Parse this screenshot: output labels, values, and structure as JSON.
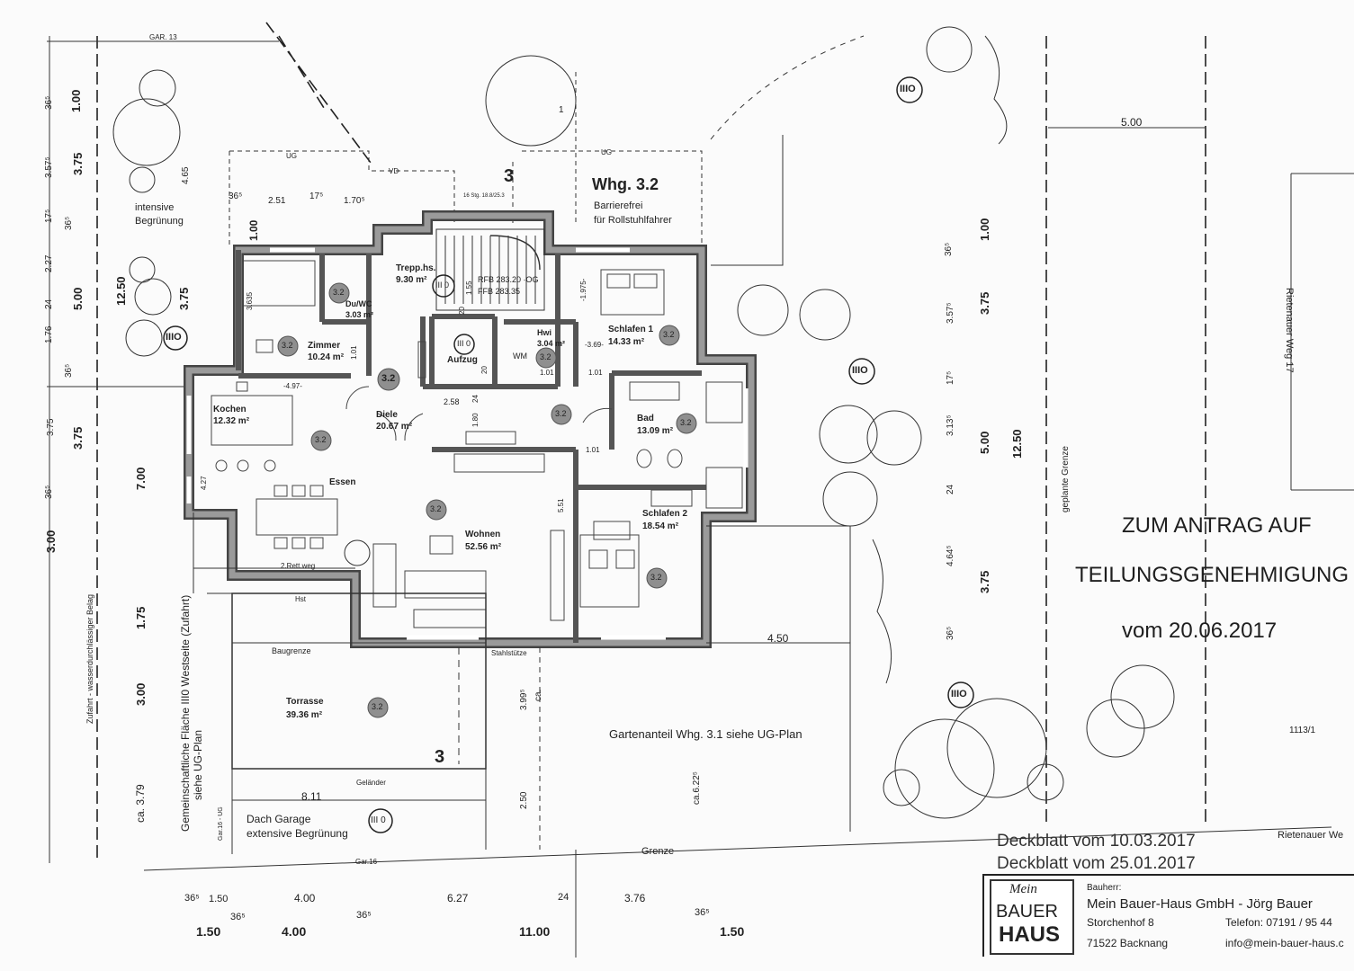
{
  "title_block": {
    "antrag_line1": "ZUM ANTRAG AUF",
    "antrag_line2": "TEILUNGSGENEHMIGUNG",
    "antrag_date": "vom 20.06.2017",
    "deckblatt_1": "Deckblatt vom 10.03.2017",
    "deckblatt_2": "Deckblatt vom 25.01.2017",
    "logo_top": "Mein",
    "logo_mid": "BAUER",
    "logo_bottom": "HAUS",
    "bauherr_label": "Bauherr:",
    "company": "Mein Bauer-Haus GmbH - Jörg Bauer",
    "street": "Storchenhof 8",
    "phone": "Telefon:  07191 / 95 44",
    "city": "71522 Backnang",
    "email": "info@mein-bauer-haus.c"
  },
  "apartment": {
    "name": "Whg. 3.2",
    "note1": "Barrierefrei",
    "note2": "für Rollstuhlfahrer",
    "unit_badge": "3.2"
  },
  "rooms": [
    {
      "name": "Zimmer",
      "area": "10.24 m²"
    },
    {
      "name": "Du/WC",
      "area": "3.03 m²"
    },
    {
      "name": "Trepp.hs.",
      "area": "9.30 m²"
    },
    {
      "name": "Kochen",
      "area": "12.32 m²"
    },
    {
      "name": "Diele",
      "area": "20.67 m²"
    },
    {
      "name": "Hwi",
      "area": "3.04 m²"
    },
    {
      "name": "Schlafen 1",
      "area": "14.33 m²"
    },
    {
      "name": "Bad",
      "area": "13.09 m²"
    },
    {
      "name": "Essen",
      "area": ""
    },
    {
      "name": "Wohnen",
      "area": "52.56 m²"
    },
    {
      "name": "Schlafen 2",
      "area": "18.54 m²"
    },
    {
      "name": "Torrasse",
      "area": "39.36 m²"
    }
  ],
  "labels": {
    "aufzug": "Aufzug",
    "wm": "WM",
    "stair_levels": "RFB 283.20  ·OG",
    "stair_levels2": "FFB 283.35",
    "stair_steps": "16 Stg. 18.8/25.3",
    "iii0": "III 0",
    "iiio": "IIIO",
    "intensive1": "intensive",
    "intensive2": "Begrünung",
    "gar13": "GAR. 13",
    "ug": "UG",
    "vd": "VD",
    "section": "3",
    "rettweg": "2.Rett.weg",
    "hst": "Hst",
    "baugrenze": "Baugrenze",
    "stahlstuetze": "Stahlstütze",
    "gelaender": "Geländer",
    "dach1": "Dach Garage",
    "dach2": "extensive Begrünung",
    "garten": "Gartenanteil Whg. 3.1 siehe UG-Plan",
    "grenze": "Grenze",
    "gar16": "Gar.16",
    "gar16ug": "Gar.16 - UG",
    "geplante_grenze": "geplante Grenze",
    "rietenauer": "Rietenauer Weg 17",
    "rietenauer2": "Rietenauer We",
    "flurstueck": "1113/1",
    "flurstueck1": "1",
    "zufahrt": "Zufahrt - wasserdurchlässiger Belag",
    "gemeinschaft1": "Gemeinschaftliche Fläche III0 Westseite (Zufahrt)",
    "gemeinschaft2": "siehe UG-Plan"
  },
  "dimensions": {
    "bottom_row1": [
      "36⁵",
      "1.50",
      "4.00",
      "6.27",
      "24",
      "3.76"
    ],
    "bottom_row2": [
      "1.50",
      "36⁵",
      "4.00",
      "36⁵",
      "11.00",
      "36⁵",
      "1.50"
    ],
    "left_outer": [
      "1.00",
      "3.75",
      "5.00",
      "3.75",
      "7.00",
      "3.00",
      "1.75",
      "3.00",
      "ca. 3.79"
    ],
    "left_inner": [
      "36⁵",
      "3.57⁵",
      "17⁵",
      "36⁵",
      "2.27",
      "24",
      "1.76",
      "36⁵",
      "3.75",
      "36⁵"
    ],
    "left_small": [
      "4.65",
      "12.50",
      "3.75"
    ],
    "right_a": [
      "36⁵",
      "3.57⁵",
      "17⁵",
      "3.13⁵",
      "24",
      "4.64⁵",
      "36⁵"
    ],
    "right_b": [
      "1.00",
      "3.75",
      "5.00",
      "3.75"
    ],
    "right_c": "12.50",
    "top": [
      "36⁵",
      "2.51",
      "17⁵",
      "1.70⁵"
    ],
    "interior": [
      "-4.97-",
      "2.58",
      "1.80",
      "24",
      "4.27",
      "5.51",
      "-3.69-",
      "-1.975-",
      "1.01",
      "1.01",
      "1.01",
      "1.01",
      "1.55",
      "20",
      "20",
      "3.635"
    ],
    "misc": [
      "5.00",
      "4.50",
      "8.11",
      "3.99⁵",
      "ca.",
      "2.50",
      "ca.6.22⁵",
      "1.00"
    ]
  }
}
